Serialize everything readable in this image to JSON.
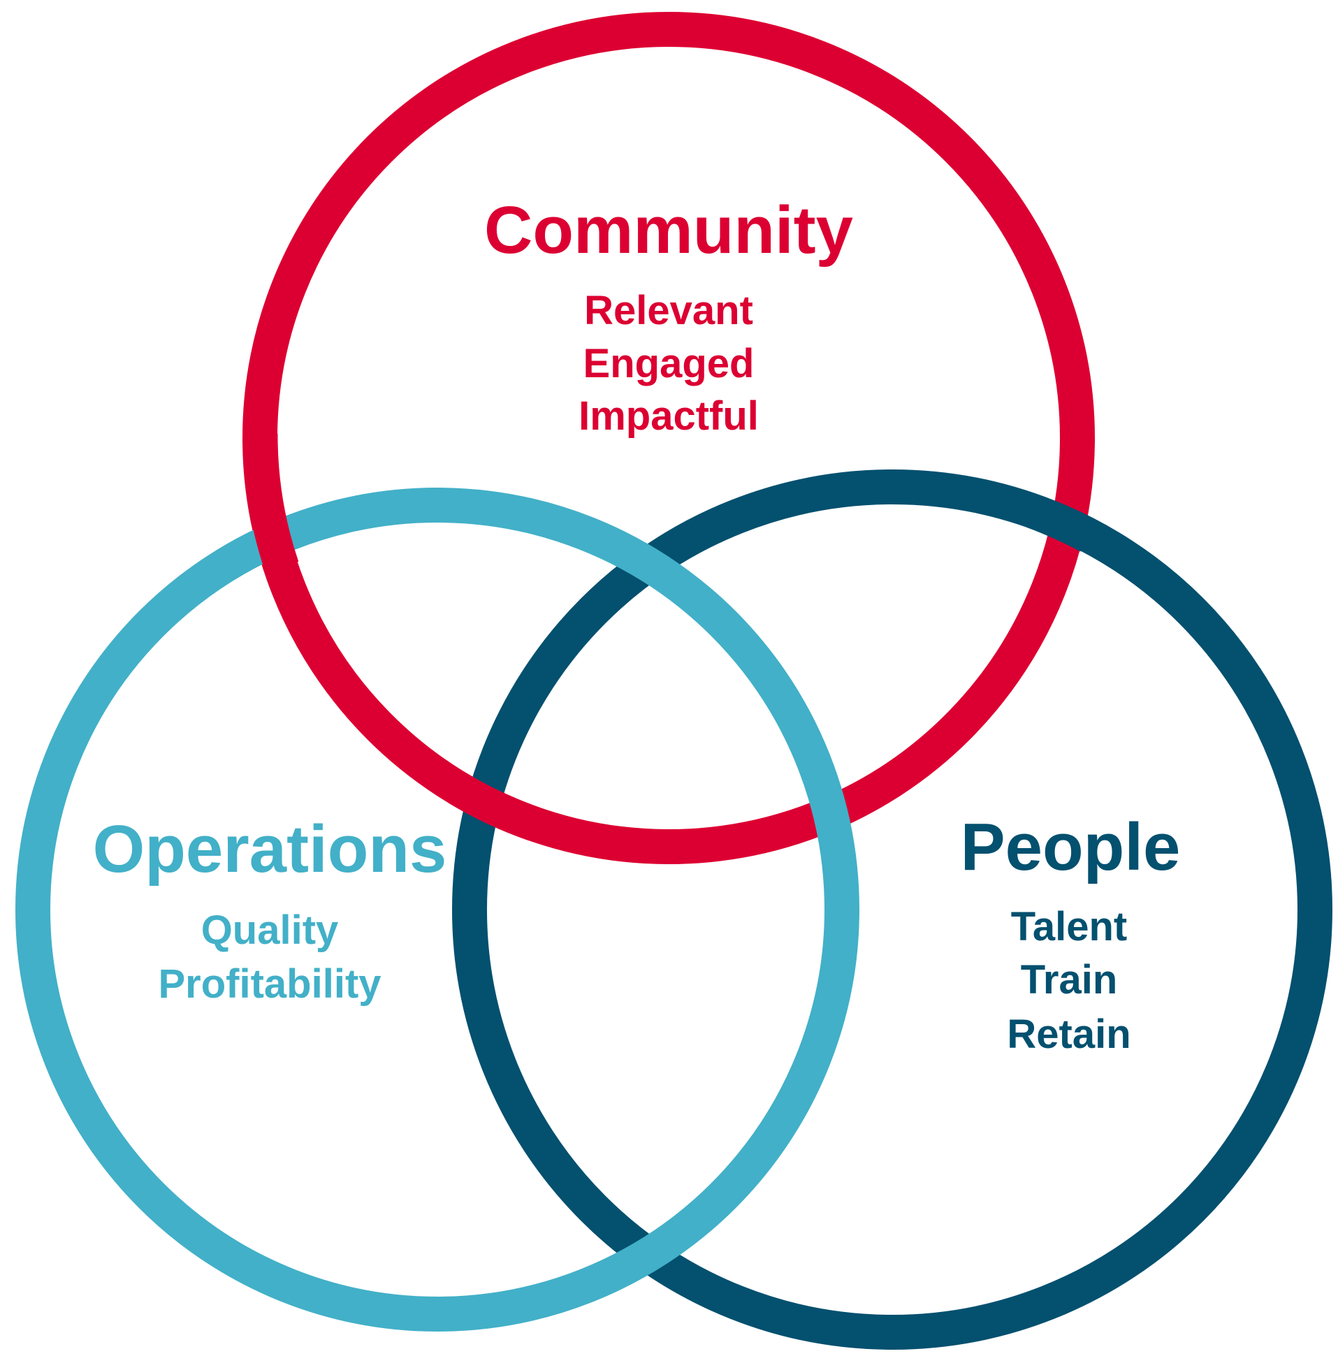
{
  "colors": {
    "community": "#dc0032",
    "operations": "#42b0c8",
    "people": "#03506f"
  },
  "community": {
    "title": "Community",
    "items": [
      "Relevant",
      "Engaged",
      "Impactful"
    ]
  },
  "operations": {
    "title": "Operations",
    "items": [
      "Quality",
      "Profitability"
    ]
  },
  "people": {
    "title": "People",
    "items": [
      "Talent",
      "Train",
      "Retain"
    ]
  }
}
